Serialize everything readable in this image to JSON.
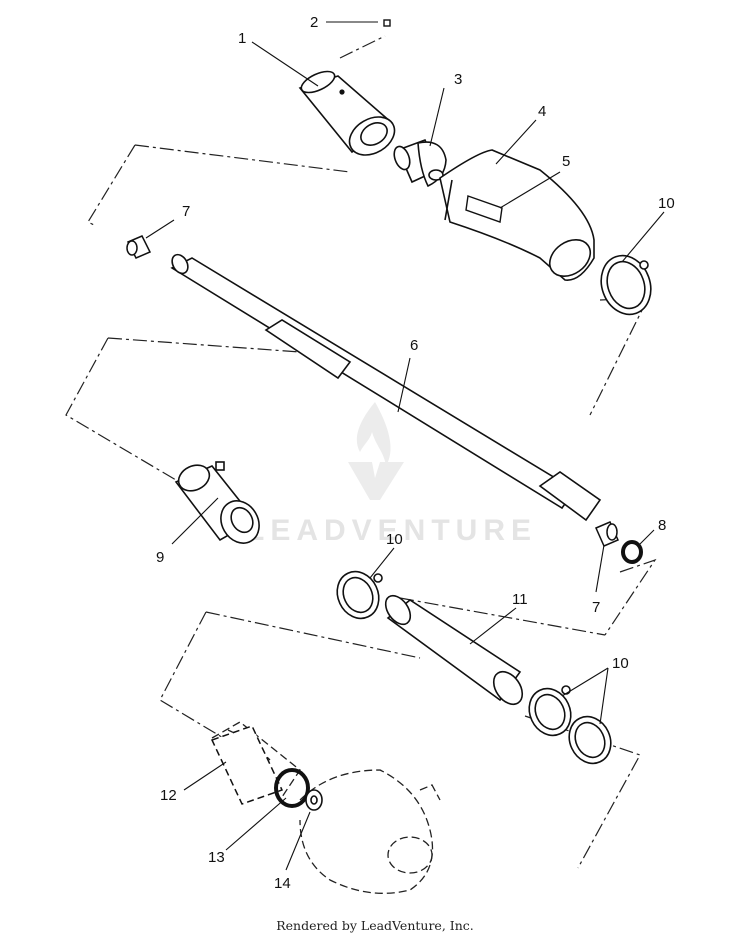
{
  "parts": [
    {
      "key": "p1",
      "number": "1"
    },
    {
      "key": "p2",
      "number": "2"
    },
    {
      "key": "p3",
      "number": "3"
    },
    {
      "key": "p4",
      "number": "4"
    },
    {
      "key": "p5",
      "number": "5"
    },
    {
      "key": "p6",
      "number": "6"
    },
    {
      "key": "p7a",
      "number": "7"
    },
    {
      "key": "p7b",
      "number": "7"
    },
    {
      "key": "p8",
      "number": "8"
    },
    {
      "key": "p9",
      "number": "9"
    },
    {
      "key": "p10a",
      "number": "10"
    },
    {
      "key": "p10b",
      "number": "10"
    },
    {
      "key": "p10c",
      "number": "10"
    },
    {
      "key": "p11",
      "number": "11"
    },
    {
      "key": "p12",
      "number": "12"
    },
    {
      "key": "p13",
      "number": "13"
    },
    {
      "key": "p14",
      "number": "14"
    }
  ],
  "watermark": {
    "text": "LEADVENTURE"
  },
  "footer": {
    "text": "Rendered by LeadVenture, Inc."
  }
}
